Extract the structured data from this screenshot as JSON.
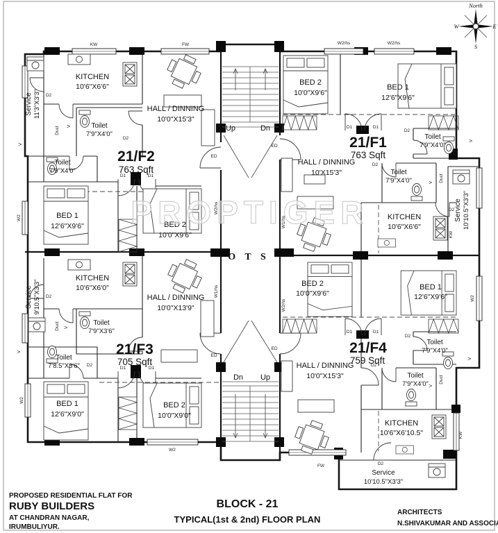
{
  "compass": {
    "north": "North",
    "east": "E",
    "west": "W",
    "south": "S"
  },
  "watermark": "PROPTIGER",
  "core": {
    "ots": "O T S",
    "stair_top_up": "Up",
    "stair_top_dn": "Dn",
    "stair_bottom_dn": "Dn",
    "stair_bottom_up": "Up"
  },
  "tags": {
    "kw": "KW",
    "fw": "FW",
    "w2hs": "W2/hs",
    "w1hs": "W1/hs",
    "w2": "W2",
    "v": "V",
    "d1": "D1",
    "d2": "D2",
    "ed": "ED",
    "duct": "Duct"
  },
  "units": [
    {
      "id": "21/F2",
      "area": "763 Sqft",
      "kitchen_name": "KITCHEN",
      "kitchen_dim": "10'6\"X6'6\"",
      "service_name": "Service",
      "service_dim": "11'3\"X3'3\"",
      "toilet1_name": "Toilet",
      "toilet1_dim": "7'9\"X4'0\"",
      "toilet2_name": "Toilet",
      "toilet2_dim": "7'9\"X4'0\"",
      "hall_name": "HALL / DINNING",
      "hall_dim": "10'0\"X15'3\"",
      "bed1_name": "BED 1",
      "bed1_dim": "12'6\"X9'6\"",
      "bed2_name": "BED 2",
      "bed2_dim": "10'0\"X9'6\""
    },
    {
      "id": "21/F1",
      "area": "763 Sqft",
      "kitchen_name": "KITCHEN",
      "kitchen_dim": "10'6\"X6'6\"",
      "service_name": "Service",
      "service_dim": "10'10.5\"X3'3\"",
      "toilet1_name": "Toilet",
      "toilet1_dim": "7'9\"X4'0\"",
      "toilet2_name": "Toilet",
      "toilet2_dim": "7'9\"X4'0\"",
      "hall_name": "HALL / DINNING",
      "hall_dim": "10'X15'3\"",
      "bed1_name": "BED 1",
      "bed1_dim": "12'6\"X9'6\"",
      "bed2_name": "BED 2",
      "bed2_dim": "10'0\"X9'6\""
    },
    {
      "id": "21/F3",
      "area": "705 Sqft",
      "kitchen_name": "KITCHEN",
      "kitchen_dim": "10'6\"X6'0\"",
      "service_name": "Service",
      "service_dim": "9'10.5\"X3'3\"",
      "toilet1_name": "Toilet",
      "toilet1_dim": "7'9\"X3'6\"",
      "toilet2_name": "Toilet",
      "toilet2_dim": "7'8.5\"X3'6\"",
      "hall_name": "HALL / DINNING",
      "hall_dim": "10'0\"X13'9\"",
      "bed1_name": "BED 1",
      "bed1_dim": "12'6\"X9'0\"",
      "bed2_name": "BED 2",
      "bed2_dim": "10'0\"X9'0\""
    },
    {
      "id": "21/F4",
      "area": "759 Sqft",
      "kitchen_name": "KITCHEN",
      "kitchen_dim": "10'6\"X6'10.5\"",
      "service_name": "Service",
      "service_dim": "10'10.5\"X3'3\"",
      "toilet1_name": "Toilet",
      "toilet1_dim": "7'9\"X4'0\"",
      "toilet2_name": "Toilet",
      "toilet2_dim": "7'9\"X4'0\"",
      "hall_name": "HALL / DINNING",
      "hall_dim": "10'0\"X15'3\"",
      "bed1_name": "BED 1",
      "bed1_dim": "12'6\"X9'6\"",
      "bed2_name": "BED 2",
      "bed2_dim": "10'0\"X9'6\""
    }
  ],
  "footer": {
    "left_line1": "PROPOSED RESIDENTIAL FLAT FOR",
    "left_line2": "RUBY BUILDERS",
    "left_line3": "AT CHANDRAN NAGAR,",
    "left_line4": "IRUMBULIYUR.",
    "center_line1": "BLOCK - 21",
    "center_line2": "TYPICAL(1st & 2nd) FLOOR PLAN",
    "right_line1": "ARCHITECTS",
    "right_line2": "N.SHIVAKUMAR AND ASSOCIATES"
  }
}
